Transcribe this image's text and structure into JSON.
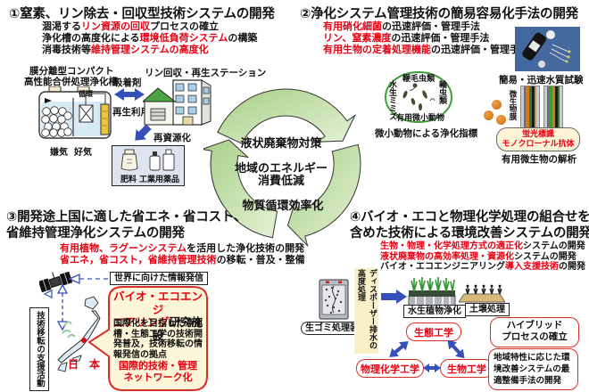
{
  "colors": {
    "red": "#e60012",
    "blue": "#3550bb",
    "green_border": "#3f9f3c",
    "arrow_green_dark": "#a6cf87",
    "arrow_green_light": "#e4f2d4",
    "bubble_bg": "#fdf6d8",
    "bubble_border": "#d93025"
  },
  "center": {
    "l1": "液状廃棄物対策",
    "l2": "地域のエネルギー",
    "l3": "消費低減",
    "l4": "物質循環効率化"
  },
  "s1": {
    "title": "①窒素、リン除去・回収型技術システムの開発",
    "b1a": "涸渇する",
    "b1b": "リン資源の回収",
    "b1c": "プロセスの確立",
    "b2a": "浄化槽の高度化による",
    "b2b": "環境低負荷システム",
    "b2c": "の構築",
    "b3a": "消毒技術等",
    "b3b": "維持管理システムの高度化",
    "tank1": "膜分離型コンパクト",
    "tank2": "高性能合併処理浄化槽",
    "station": "リン回収・再生ステーション",
    "junkan": "循環",
    "kenki": "嫌気",
    "koki": "好気",
    "adsorbent": "吸着剤",
    "reuse": "再生利用",
    "recycle": "再資源化",
    "fertilizer": "肥料",
    "chemicals": "工業用薬品"
  },
  "s2": {
    "title": "②浄化システム管理技術の簡易容易化手法の開発",
    "b1a": "有用硝化細菌",
    "b1b": "の迅速評価・管理手法",
    "b2a": "リン、窒素濃度",
    "b2b": "の迅速評価・管理手法",
    "b3a": "有用生物の定着処理機能",
    "b3b": "の迅速評価・管理手法",
    "test": "簡易・迅速水質試験",
    "oval_top": "鞭毛虫類",
    "oval_left": "水生ミミズ",
    "oval_right": "輪虫類",
    "oval_bottom": "有用微小動物",
    "index": "微小動物による浄化指標",
    "biofilm": "微生物膜",
    "fluor1": "蛍光標識",
    "fluor2": "モノクローナル抗体",
    "analysis": "有用微生物の解析"
  },
  "s3": {
    "title1": "③開発途上国に適した省エネ・省コスト、",
    "title2": "省維持管理浄化システムの開発",
    "b1a": "有用植物、ラグーンシステム",
    "b1b": "を活用した浄化技術の開発",
    "b2a": "省エネ，省コスト，省維持管理技術",
    "b2b": "の移転・普及・整備",
    "world": "世界に向けた情報発信",
    "support": "技術移転の支援活動",
    "japan": "日　本",
    "bubble_l1": "バイオ・エコエンジ",
    "bubble_l2_red": "ニアリング",
    "bubble_l2_black": "研究施設",
    "bubble_body": "国際化を目指した浄化槽・生態工学の技術開発普及，技術移転の情報発信の拠点",
    "net1": "国際的技術・管理",
    "net2": "ネットワーク化"
  },
  "s4": {
    "title1": "④バイオ・エコと物理化学処理の組合せを",
    "title2": "含めた技術による環境改善システムの開発",
    "b1a": "生物・物理・化学処理方式の適正化",
    "b1b": "システムの開発",
    "b2a": "液状廃棄物の高効率処理・資源化",
    "b2b": "システムの開発",
    "b3a": "バイオ・エコエンジニアリング",
    "b3b": "導入支援技術",
    "b3c": "の開発",
    "garbage": "生ゴミ処理装置",
    "disposer": "ディスポーザー排水の高度処理",
    "aquatic": "水生植物浄化",
    "soil": "土壌処理",
    "eco": "生態工学",
    "phys": "物理化学工学",
    "bio": "生物工学",
    "hybrid1": "ハイブリッド",
    "hybrid2": "プロセスの確立",
    "regional": "地域特性に応じた環境改善システムの最適整備手法の開発"
  }
}
